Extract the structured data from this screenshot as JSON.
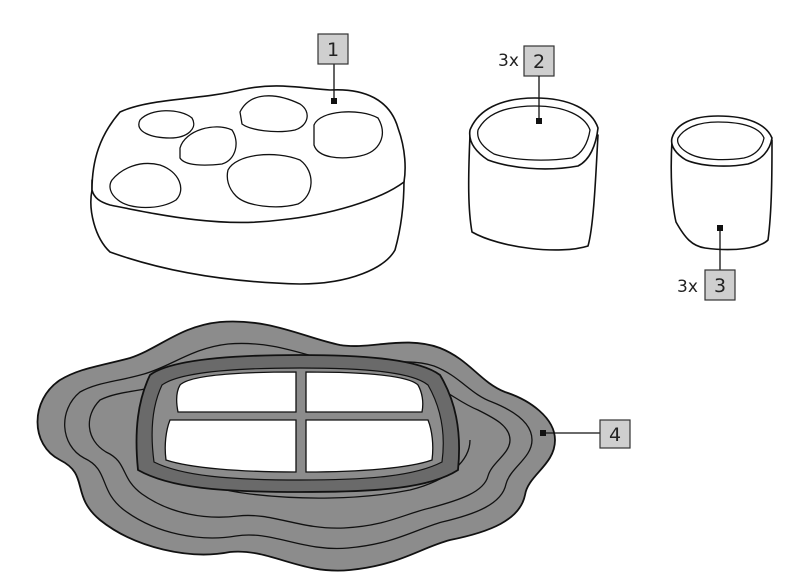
{
  "parts": [
    {
      "id": "base",
      "callout": "1",
      "quantity": ""
    },
    {
      "id": "insert-large",
      "callout": "2",
      "quantity": "3x"
    },
    {
      "id": "insert-small",
      "callout": "3",
      "quantity": "3x"
    },
    {
      "id": "mat",
      "callout": "4",
      "quantity": ""
    }
  ],
  "colors": {
    "mat_fill": "#8c8c8c",
    "mat_dark": "#5f5f5f",
    "callout_fill": "#cfcfcf"
  }
}
